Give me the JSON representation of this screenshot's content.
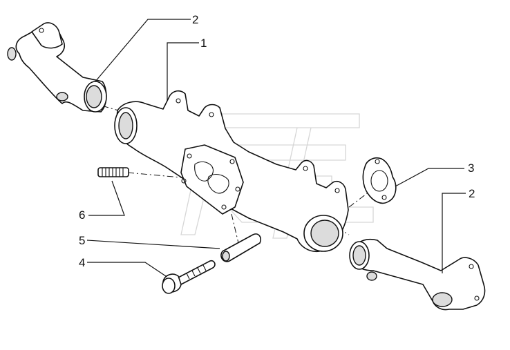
{
  "callouts": {
    "c1": "1",
    "c2a": "2",
    "c2b": "2",
    "c3": "3",
    "c4": "4",
    "c5": "5",
    "c6": "6"
  },
  "colors": {
    "line": "#111111",
    "shade": "#dcdcdc",
    "watermark": "#d6d6d6"
  }
}
